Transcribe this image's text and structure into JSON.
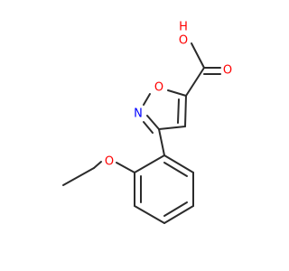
{
  "molecule": {
    "atoms": {
      "carboxyl_oh": {
        "label": "O",
        "color": "#ff0000"
      },
      "hydroxyl_h": {
        "label": "H",
        "color": "#ff0000"
      },
      "carbonyl_o": {
        "label": "O",
        "color": "#ff0000"
      },
      "ring_o": {
        "label": "O",
        "color": "#ff0000"
      },
      "ring_n": {
        "label": "N",
        "color": "#0000ff"
      },
      "ether_o": {
        "label": "O",
        "color": "#ff0000"
      }
    },
    "bond_color": "#2b2b2b",
    "background": "#ffffff"
  }
}
